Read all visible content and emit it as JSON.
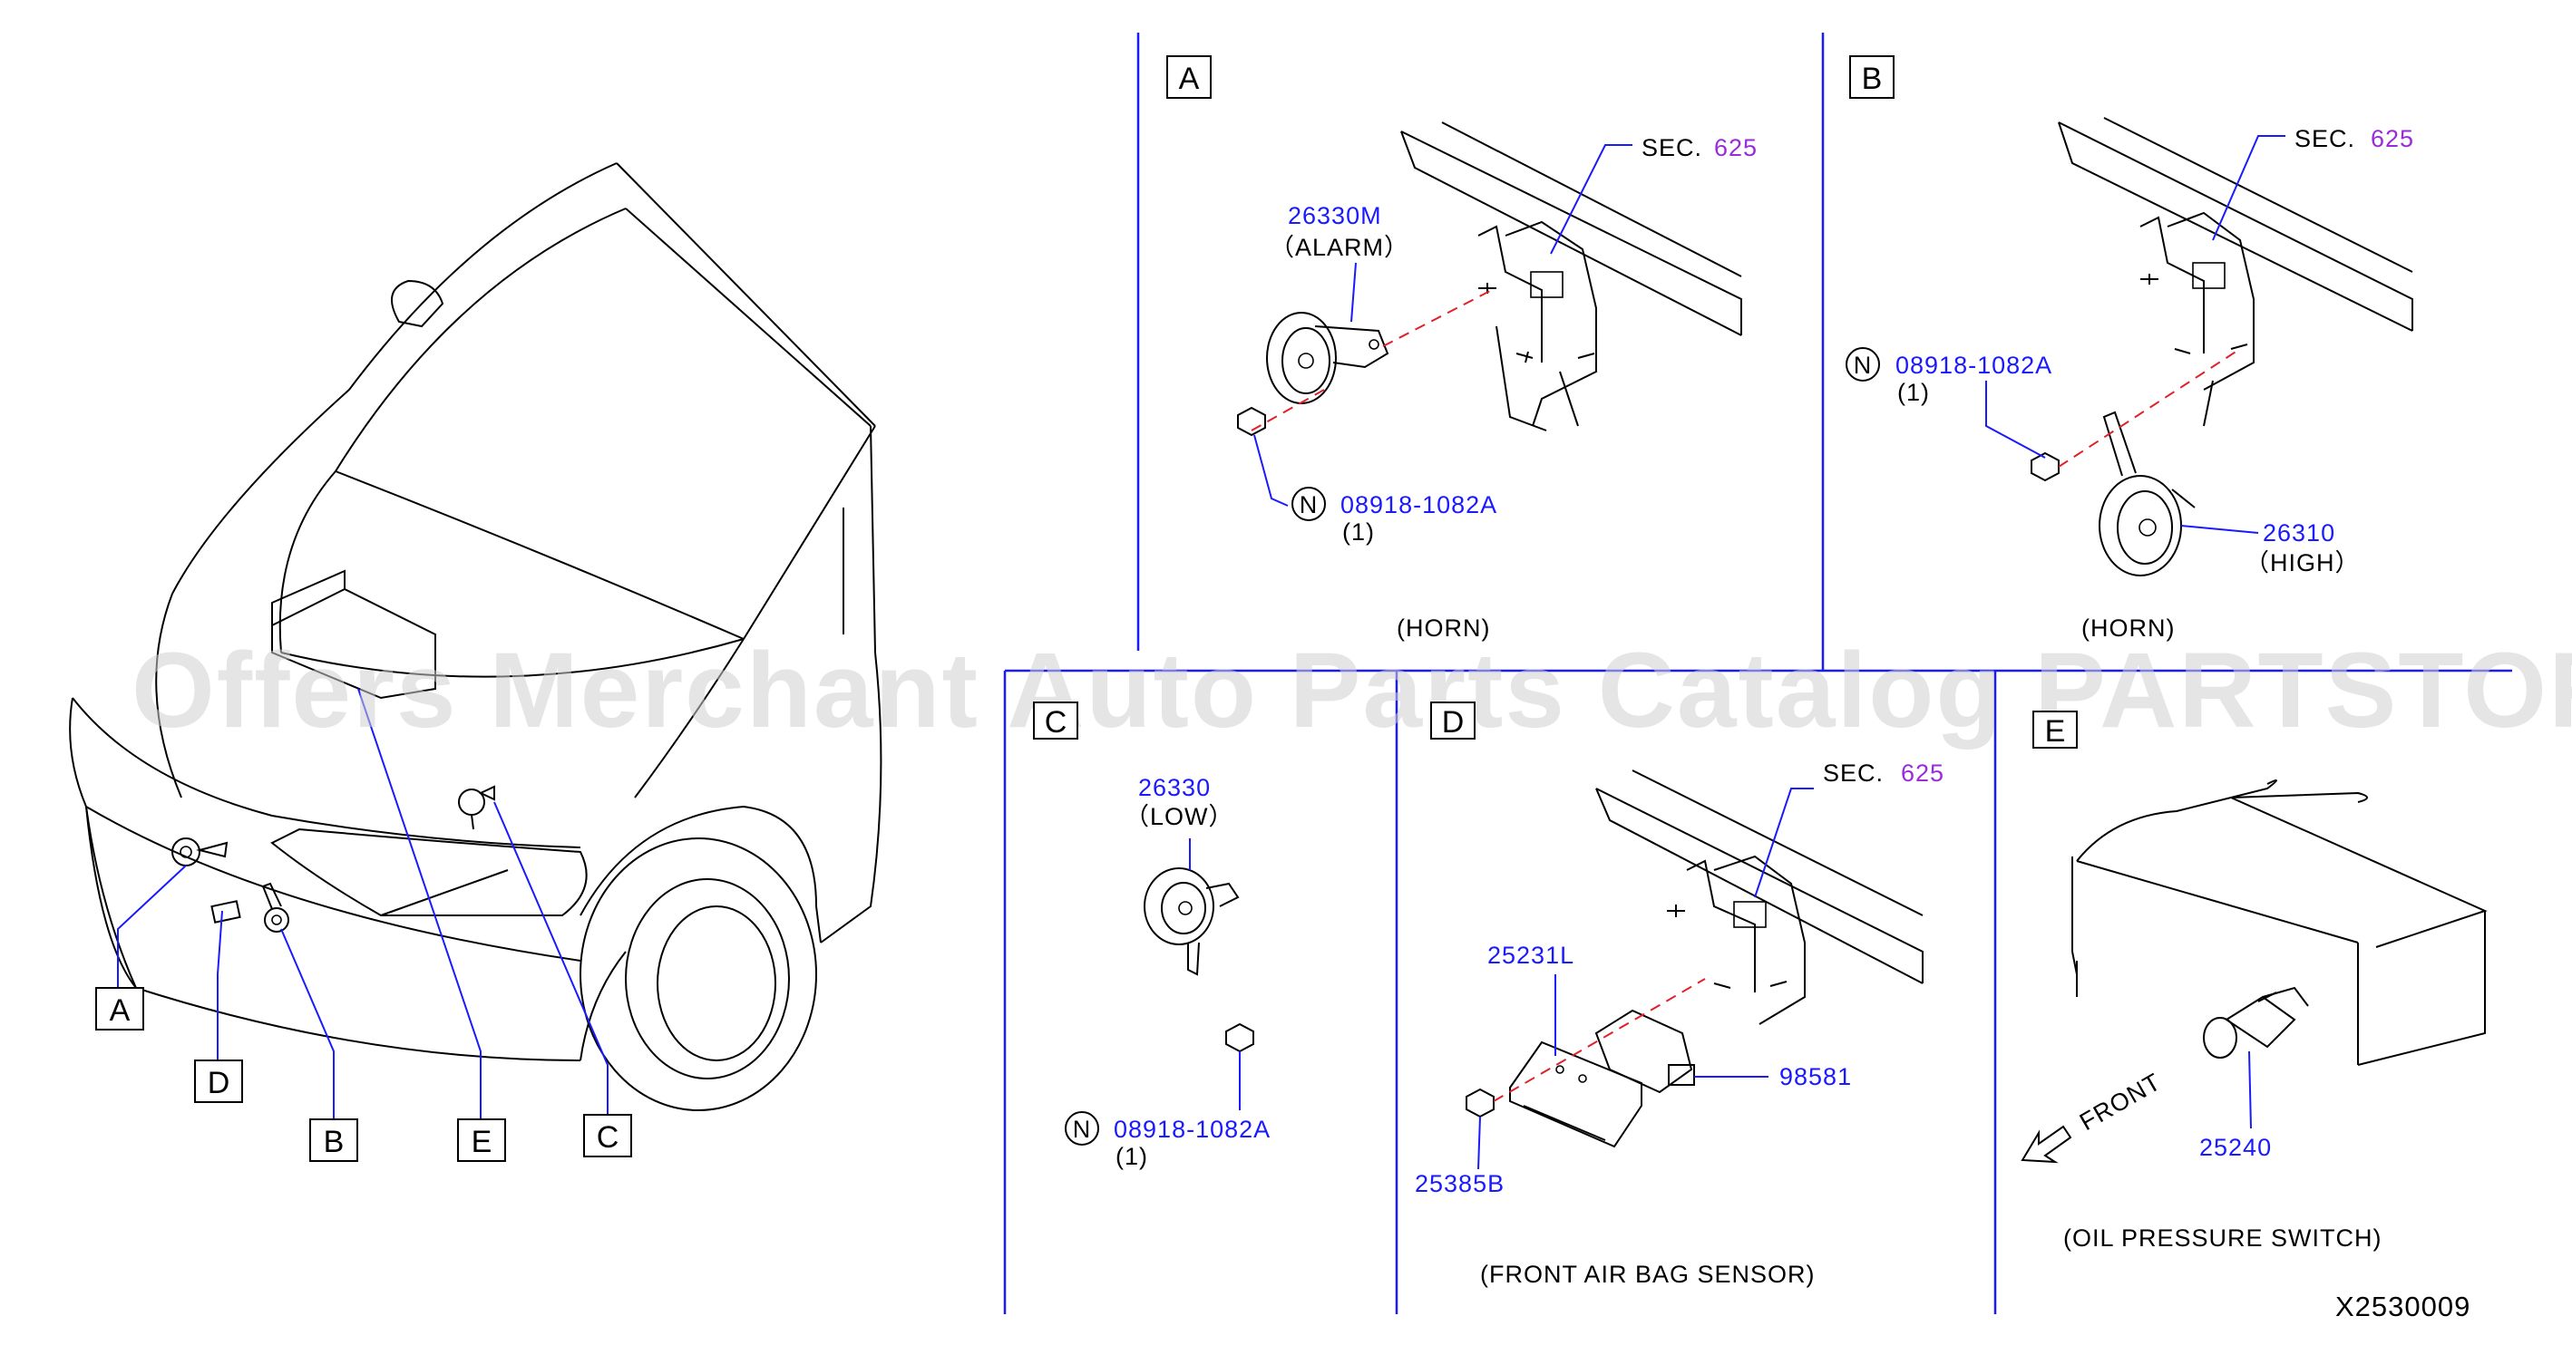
{
  "callouts": {
    "A": "A",
    "B": "B",
    "C": "C",
    "D": "D",
    "E": "E"
  },
  "panel_a": {
    "sec": "SEC.",
    "sec_num": "625",
    "part": "26330M",
    "part_desc": "（ALARM）",
    "nut_symbol": "N",
    "nut_part": "08918-1082A",
    "nut_qty": "(1)",
    "caption": "(HORN)"
  },
  "panel_b": {
    "sec": "SEC.",
    "sec_num": "625",
    "nut_symbol": "N",
    "nut_part": "08918-1082A",
    "nut_qty": "(1)",
    "part": "26310",
    "part_desc": "（HIGH）",
    "caption": "(HORN)"
  },
  "panel_c": {
    "part": "26330",
    "part_desc": "（LOW）",
    "nut_symbol": "N",
    "nut_part": "08918-1082A",
    "nut_qty": "(1)"
  },
  "panel_d": {
    "sec": "SEC.",
    "sec_num": "625",
    "bracket": "25231L",
    "sensor": "98581",
    "nut": "25385B",
    "caption": "(FRONT   AIR   BAG   SENSOR)"
  },
  "panel_e": {
    "front": "FRONT",
    "part": "25240",
    "caption": "(OIL   PRESSURE   SWITCH)"
  },
  "diagram_id": "X2530009",
  "watermark": "Offers Merchant Auto Parts Catalog PARTSTORE.SA",
  "colors": {
    "part_number": "#1a1aff",
    "section_ref": "#9a2bd8",
    "panel_lines": "#1a1aff",
    "dash_lines": "#e0202a"
  }
}
